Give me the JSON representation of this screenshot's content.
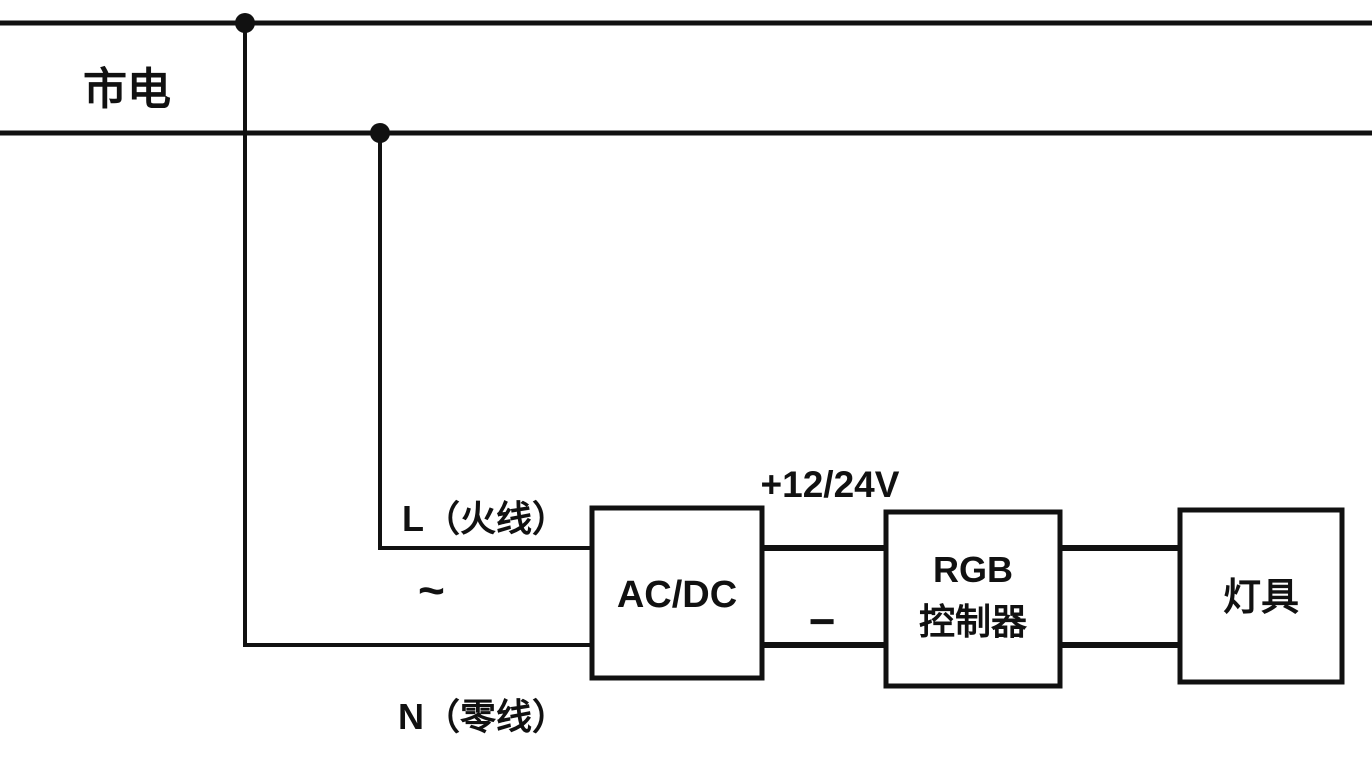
{
  "diagram": {
    "title": "RGB lighting wiring diagram",
    "mains_label": "市电",
    "live_label": "L（火线）",
    "ac_symbol": "~",
    "neutral_label": "N（零线）",
    "acdc_label": "AC/DC",
    "voltage_label": "+12/24V",
    "minus_label": "−",
    "rgb_label_line1": "RGB",
    "rgb_label_line2": "控制器",
    "lamp_label": "灯具",
    "line_color": "#111111",
    "background_color": "#ffffff"
  }
}
